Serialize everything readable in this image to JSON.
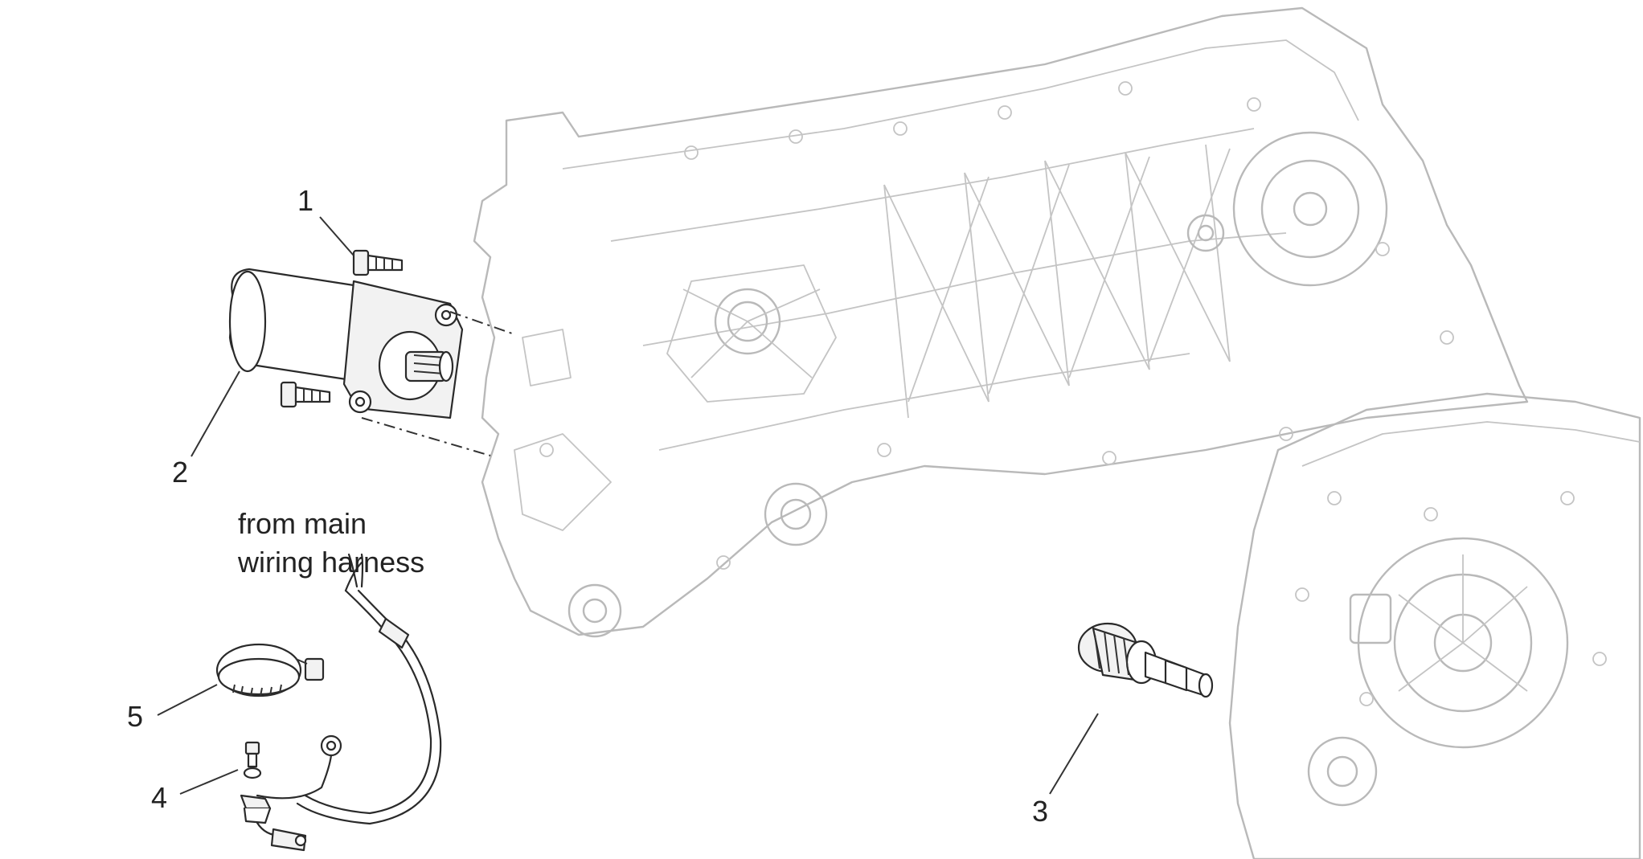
{
  "callouts": {
    "c1": "1",
    "c2": "2",
    "c3": "3",
    "c4": "4",
    "c5": "5"
  },
  "note": {
    "line1": "from main",
    "line2": "wiring harness"
  },
  "colors": {
    "ghost_outline": "#b9b9b9",
    "part_outline": "#2a2a2a",
    "text": "#222222",
    "background": "#ffffff"
  }
}
